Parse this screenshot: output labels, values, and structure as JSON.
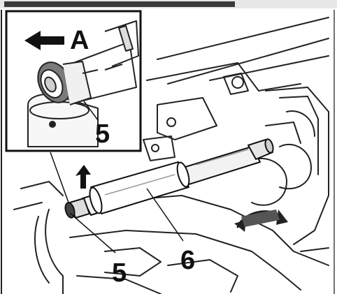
{
  "figure": {
    "inset": {
      "arrow_label": "A",
      "part_label": "5"
    },
    "callouts": {
      "part_5": "5",
      "part_6": "6"
    }
  }
}
